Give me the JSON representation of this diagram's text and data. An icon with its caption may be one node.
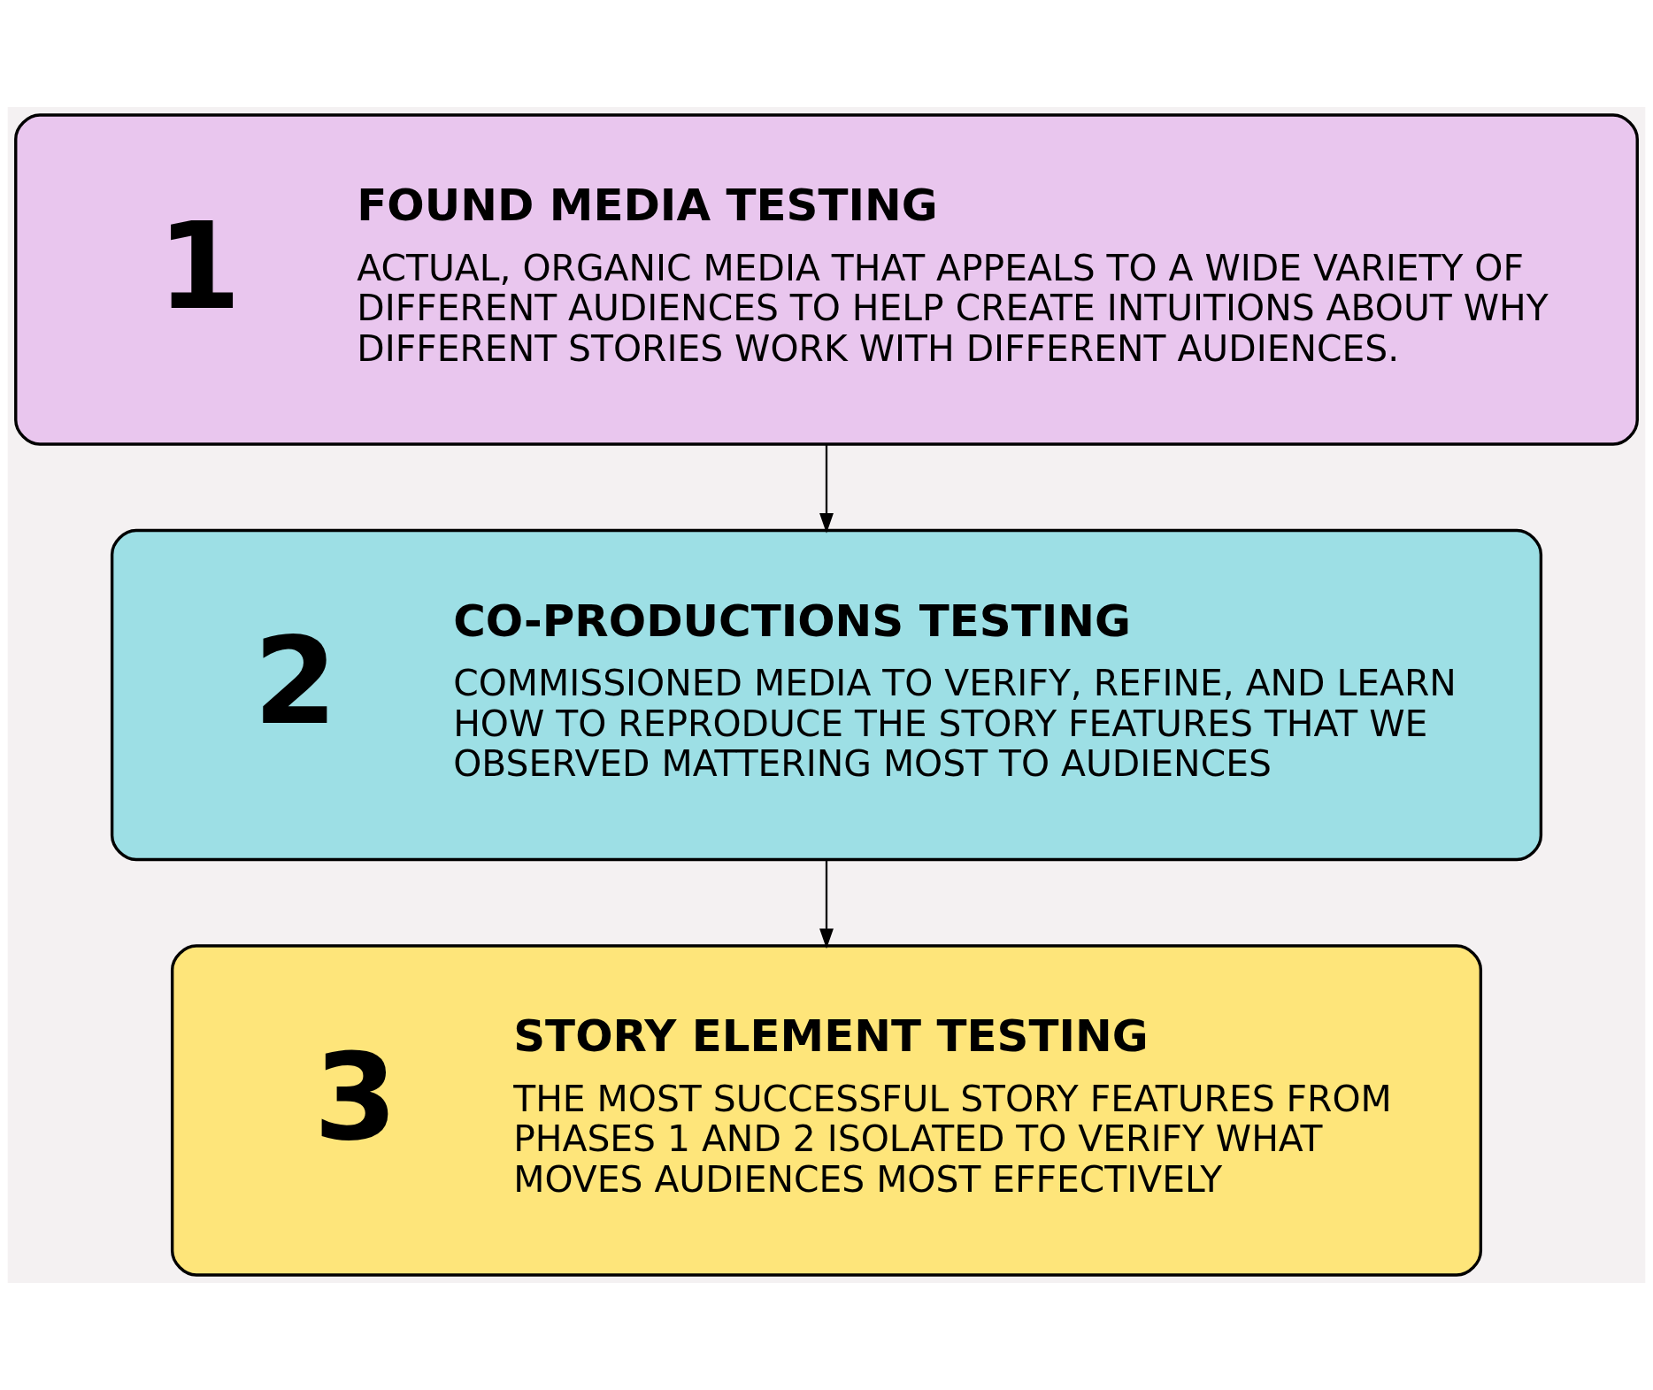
{
  "diagram": {
    "nodes": [
      {
        "text": [
          "1",
          "FOUND MEDIA TESTING",
          "ACTUAL, ORGANIC MEDIA THAT APPEALS TO A WIDE VARIETY OF DIFFERENT AUDIENCES TO HELP CREATE INTUITIONS ABOUT WHY DIFFERENT STORIES WORK WITH DIFFERENT AUDIENCES."
        ]
      },
      {
        "text": [
          "2",
          "CO-PRODUCTIONS TESTING",
          "COMMISSIONED MEDIA TO VERIFY, REFINE, AND LEARN HOW TO REPRODUCE THE STORY FEATURES THAT WE OBSERVED MATTERING MOST TO AUDIENCES"
        ]
      },
      {
        "text": [
          "3",
          "STORY ELEMENT TESTING",
          "THE MOST SUCCESSFUL STORY FEATURES FROM PHASES 1 AND 2 ISOLATED TO VERIFY WHAT MOVES AUDIENCES MOST EFFECTIVELY"
        ]
      }
    ],
    "edges": [
      {
        "from": 0,
        "to": 1,
        "arrow": "to"
      },
      {
        "from": 1,
        "to": 2,
        "arrow": "to"
      }
    ]
  }
}
